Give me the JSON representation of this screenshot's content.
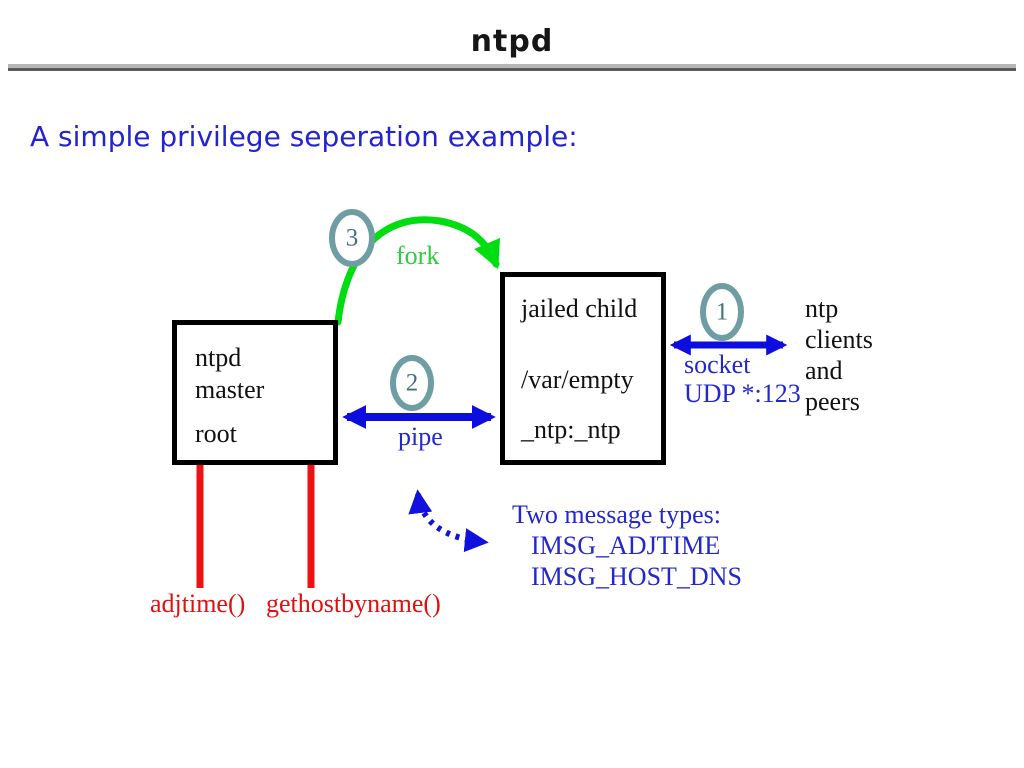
{
  "slide": {
    "title": "ntpd",
    "subtitle": "A simple privilege seperation example:"
  },
  "diagram": {
    "master_box": {
      "line1": "ntpd",
      "line2": "master",
      "line3": "root"
    },
    "child_box": {
      "line1": "jailed child",
      "line2": "/var/empty",
      "line3": "_ntp:_ntp"
    },
    "steps": {
      "s1": {
        "number": "1"
      },
      "s2": {
        "number": "2"
      },
      "s3": {
        "number": "3"
      }
    },
    "arrows": {
      "fork_label": "fork",
      "pipe_label": "pipe",
      "socket_label_line1": "socket",
      "socket_label_line2": "UDP *:123"
    },
    "right_note": {
      "line1": "ntp",
      "line2": "clients",
      "line3": "and",
      "line4": "peers"
    },
    "syscalls": {
      "left": "adjtime()",
      "right": "gethostbyname()"
    },
    "message_note": {
      "title": "Two message types:",
      "type1": "IMSG_ADJTIME",
      "type2": "IMSG_HOST_DNS"
    }
  },
  "colors": {
    "title_text": "#161616",
    "subtitle_blue": "#2323cf",
    "diagram_text_blue": "#2228cc",
    "arrow_blue": "#0d0de0",
    "arrow_green": "#00dd11",
    "fork_text_green": "#2ecc3e",
    "syscall_red": "#e01010",
    "line_red": "#ee1111",
    "circle_teal": "#6e9da4",
    "step_number": "#46707a",
    "rule_light_gray": "#b6b6b6",
    "rule_dark_gray": "#5a5a5a"
  }
}
